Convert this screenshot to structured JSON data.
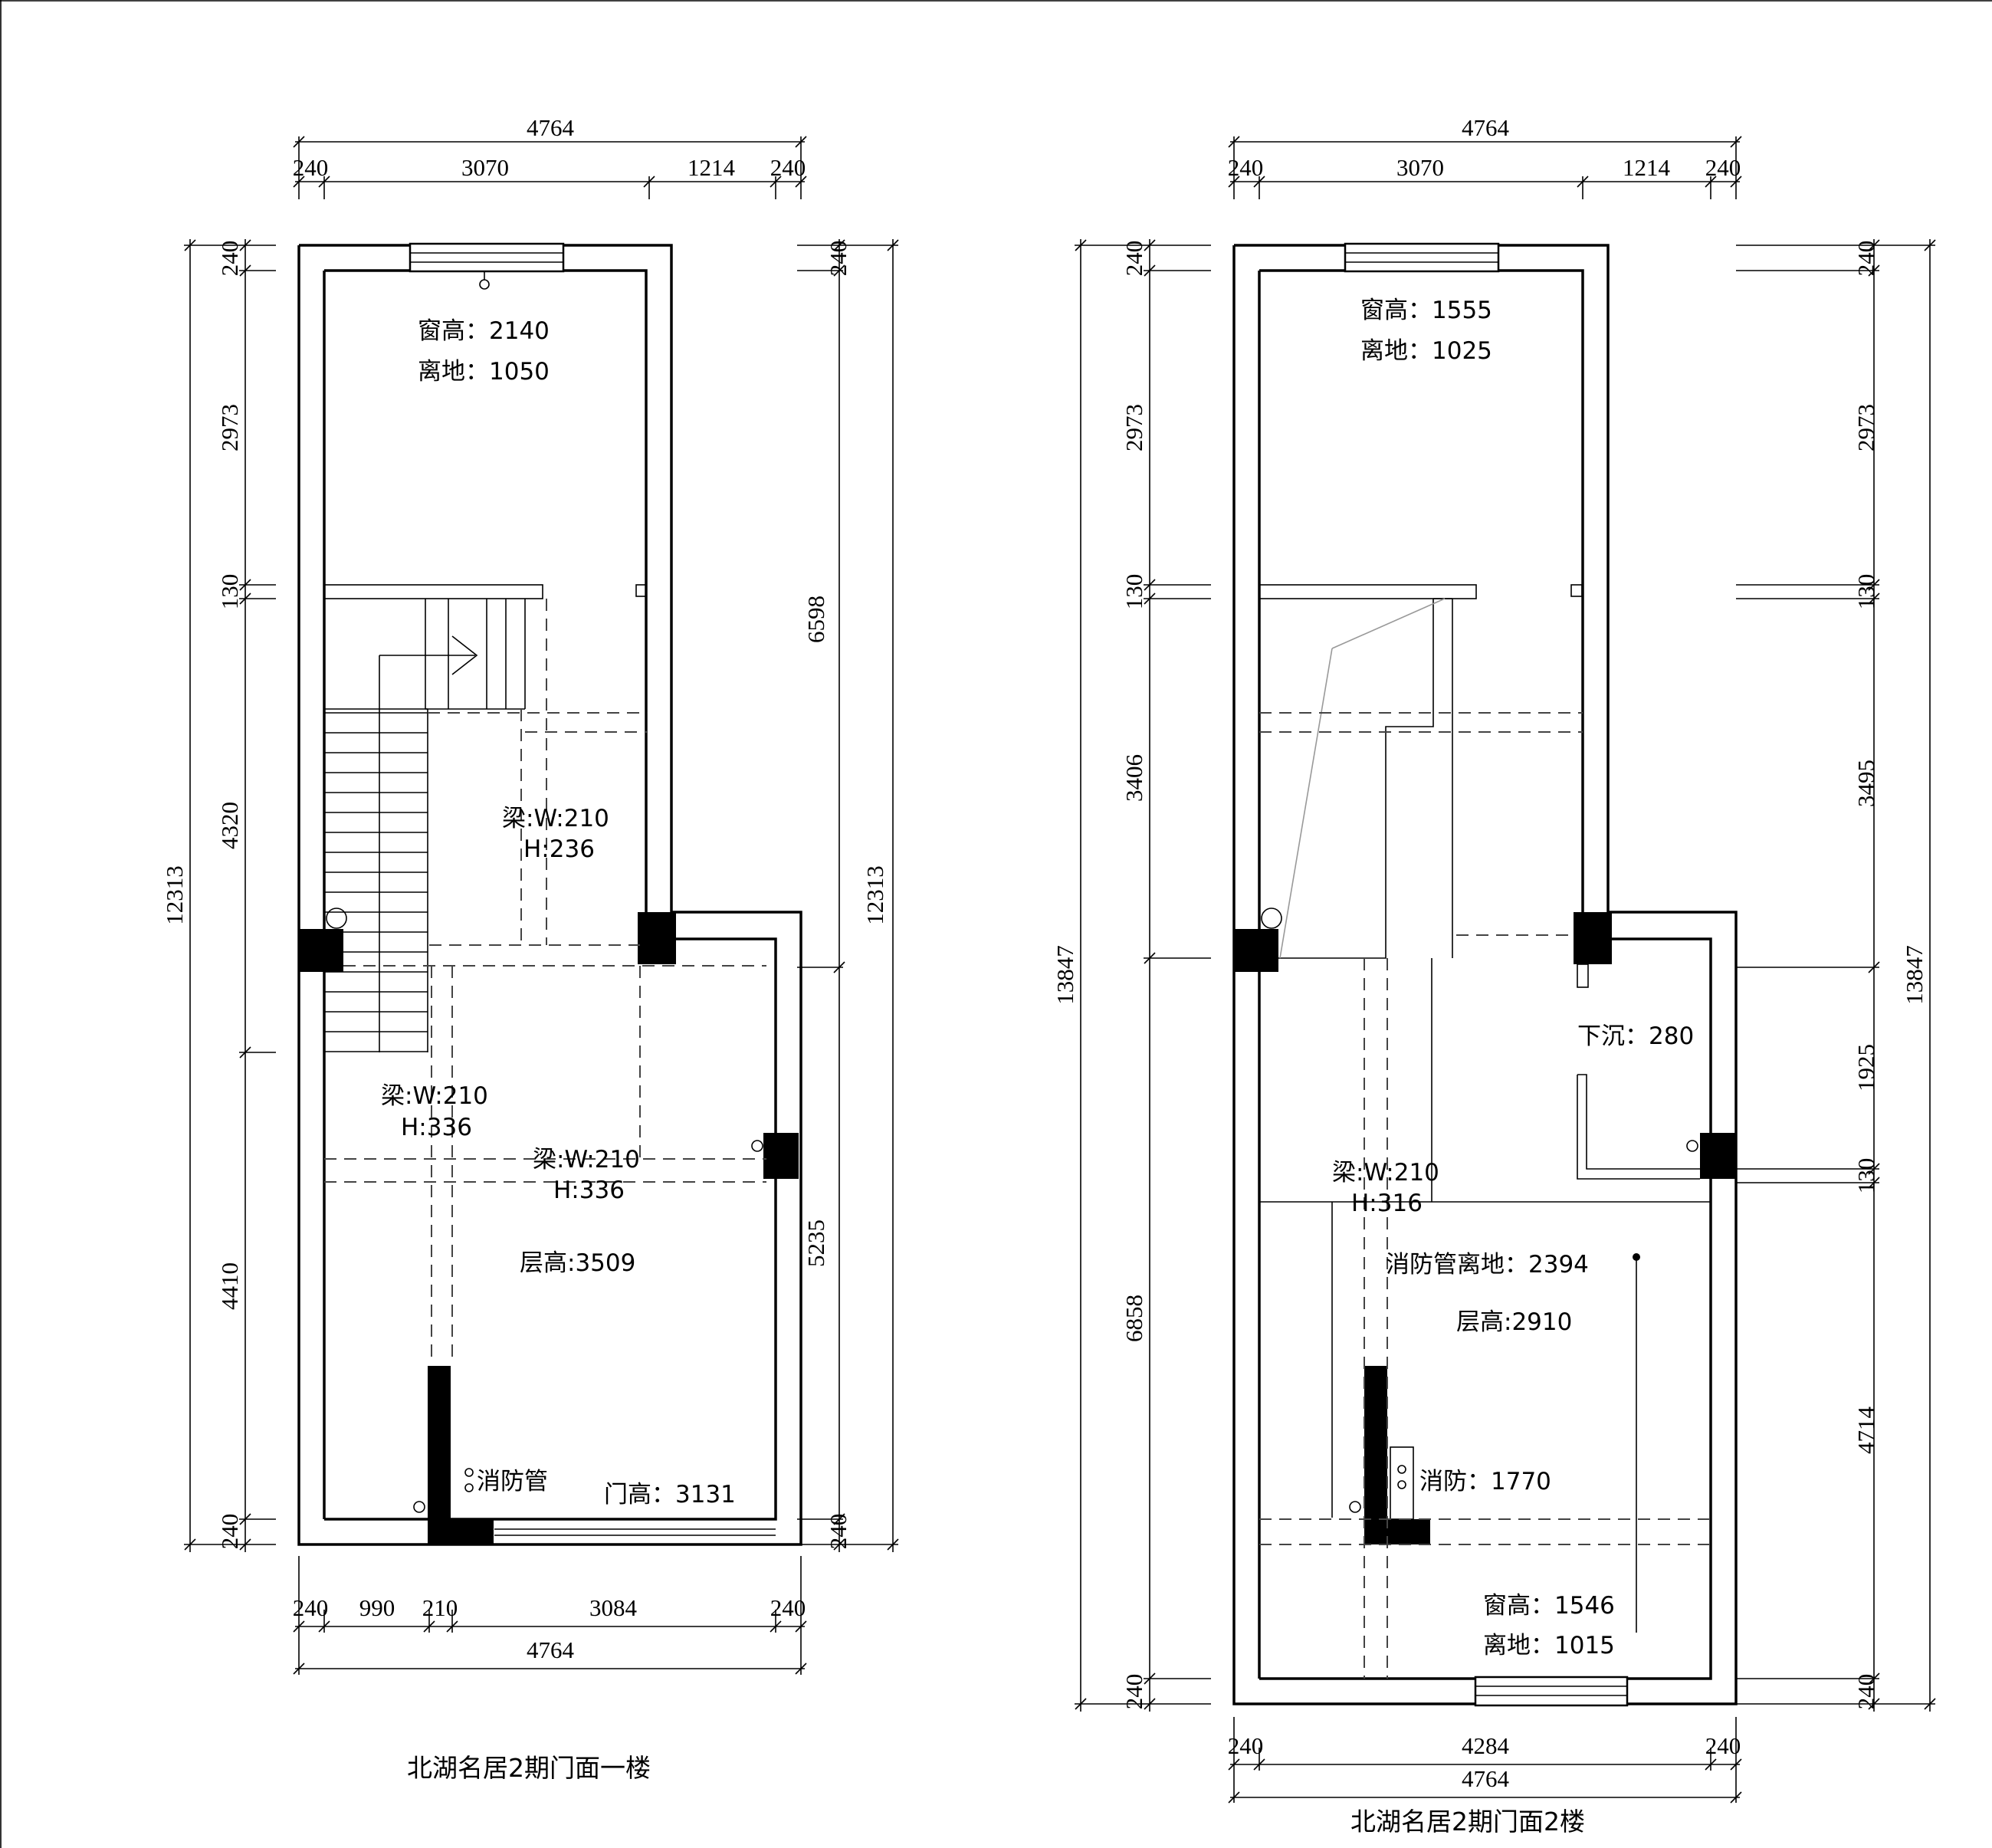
{
  "plan1": {
    "caption": "北湖名居2期门面一楼",
    "top_total": "4764",
    "top_dims": [
      "240",
      "3070",
      "1214",
      "240"
    ],
    "bottom_dims": [
      "240",
      "990",
      "210",
      "3084",
      "240"
    ],
    "bottom_total": "4764",
    "left_dims": [
      "240",
      "2973",
      "130",
      "4320",
      "4410",
      "240"
    ],
    "left_total": "12313",
    "right_dims": [
      "240",
      "6598",
      "5235",
      "240"
    ],
    "right_total": "12313",
    "window_height": "窗高：2140",
    "window_sill": "离地：1050",
    "beam1_w": "梁:W:210",
    "beam1_h": "H:236",
    "beam2_w": "梁:W:210",
    "beam2_h": "H:336",
    "beam3_w": "梁:W:210",
    "beam3_h": "H:336",
    "floor_height": "层高:3509",
    "fire_pipe": "消防管",
    "door_height": "门高：3131"
  },
  "plan2": {
    "caption": "北湖名居2期门面2楼",
    "top_total": "4764",
    "top_dims": [
      "240",
      "3070",
      "1214",
      "240"
    ],
    "bottom_dims": [
      "240",
      "4284",
      "240"
    ],
    "bottom_total": "4764",
    "left_dims": [
      "240",
      "2973",
      "130",
      "3406",
      "6858",
      "240"
    ],
    "left_total": "13847",
    "right_dims": [
      "240",
      "2973",
      "130",
      "3495",
      "1925",
      "130",
      "4714",
      "240"
    ],
    "right_total": "13847",
    "window_height": "窗高：1555",
    "window_sill": "离地：1025",
    "sunken": "下沉：280",
    "beam_w": "梁:W:210",
    "beam_h": "H:316",
    "fire_pipe_height": "消防管离地：2394",
    "floor_height": "层高:2910",
    "fire": "消防：1770",
    "window2_height": "窗高：1546",
    "window2_sill": "离地：1015"
  }
}
